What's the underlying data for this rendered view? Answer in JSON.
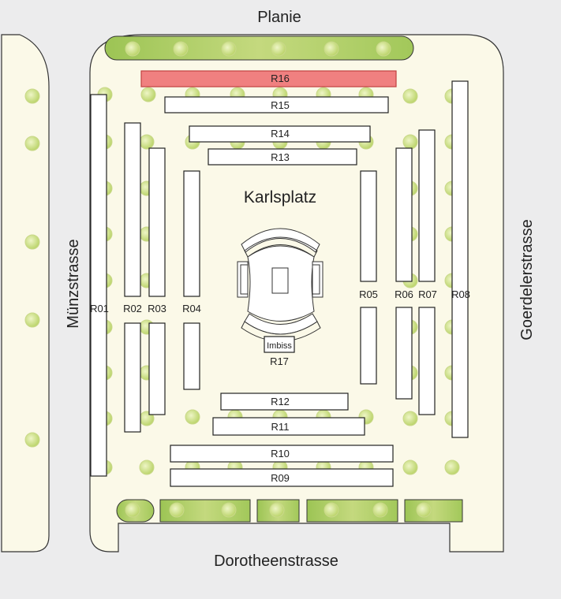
{
  "streets": {
    "north": "Planie",
    "west": "Münzstrasse",
    "east": "Goerdelerstrasse",
    "south": "Dorotheenstrasse"
  },
  "plaza_name": "Karlsplatz",
  "stands": {
    "r01": "R01",
    "r02": "R02",
    "r03": "R03",
    "r04": "R04",
    "r05": "R05",
    "r06": "R06",
    "r07": "R07",
    "r08": "R08",
    "r09": "R09",
    "r10": "R10",
    "r11": "R11",
    "r12": "R12",
    "r13": "R13",
    "r14": "R14",
    "r15": "R15",
    "r16": "R16",
    "r17": "R17"
  },
  "imbiss_label": "Imbiss",
  "highlighted_stand": "R16",
  "colors": {
    "plaza": "#fbf9e8",
    "highlight": "#f08080",
    "hedge": "#a6c85a",
    "tree": "#c7dc7a",
    "background": "#ececed"
  }
}
